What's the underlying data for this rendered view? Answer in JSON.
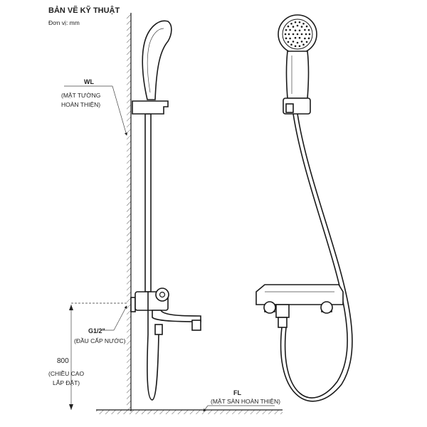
{
  "header": {
    "title": "BẢN VẼ KỸ THUẬT",
    "unit": "Đơn vị: mm"
  },
  "labels": {
    "wall_code": "WL",
    "wall_desc_1": "(MẶT TƯỜNG",
    "wall_desc_2": "HOÀN THIỆN)",
    "inlet_code": "G1/2\"",
    "inlet_desc": "(ĐẦU CẤP NƯỚC)",
    "height_value": "800",
    "height_desc_1": "(CHIỀU CAO",
    "height_desc_2": "LẮP ĐẶT)",
    "floor_code": "FL",
    "floor_desc": "(MẶT SÀN HOÀN THIỆN)"
  }
}
